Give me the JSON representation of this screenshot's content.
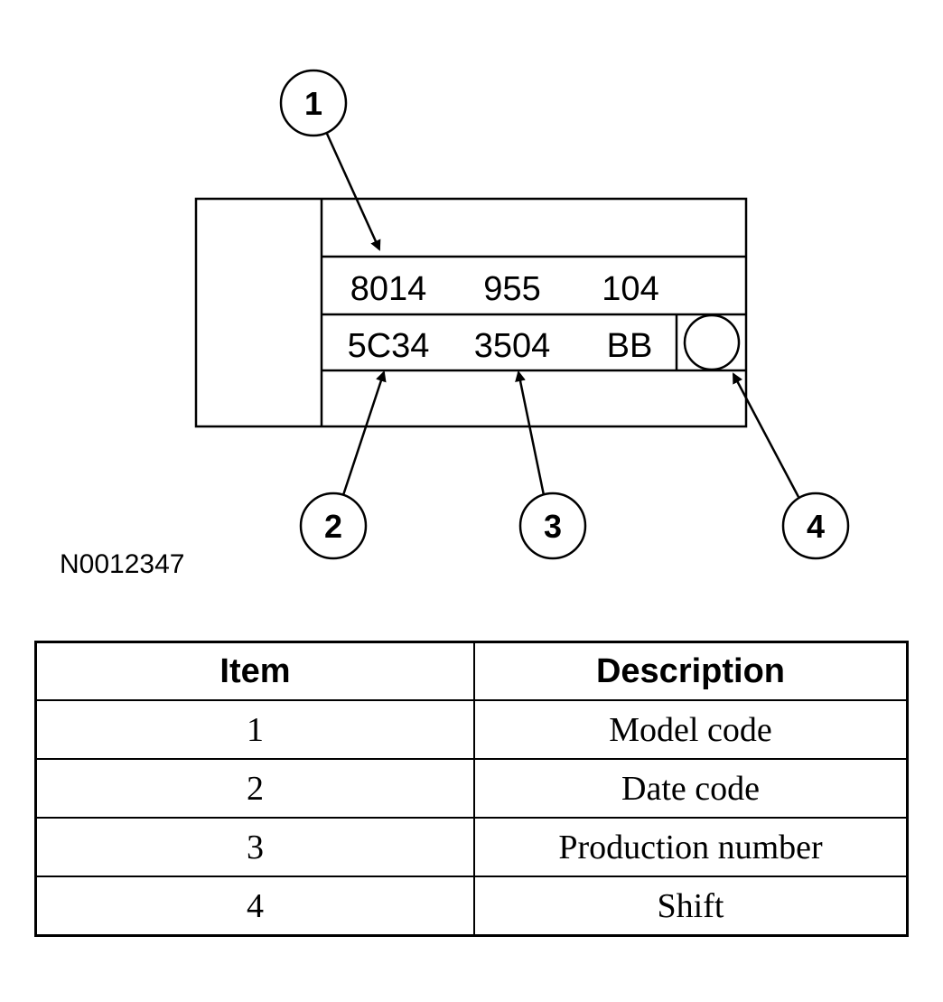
{
  "label": {
    "row1": [
      "8014",
      "955",
      "104"
    ],
    "row2": [
      "5C34",
      "3504",
      "BB"
    ]
  },
  "callouts": [
    "1",
    "2",
    "3",
    "4"
  ],
  "reference_id": "N0012347",
  "table": {
    "headers": {
      "item": "Item",
      "description": "Description"
    },
    "rows": [
      {
        "item": "1",
        "description": "Model code"
      },
      {
        "item": "2",
        "description": "Date code"
      },
      {
        "item": "3",
        "description": "Production number"
      },
      {
        "item": "4",
        "description": "Shift"
      }
    ]
  }
}
